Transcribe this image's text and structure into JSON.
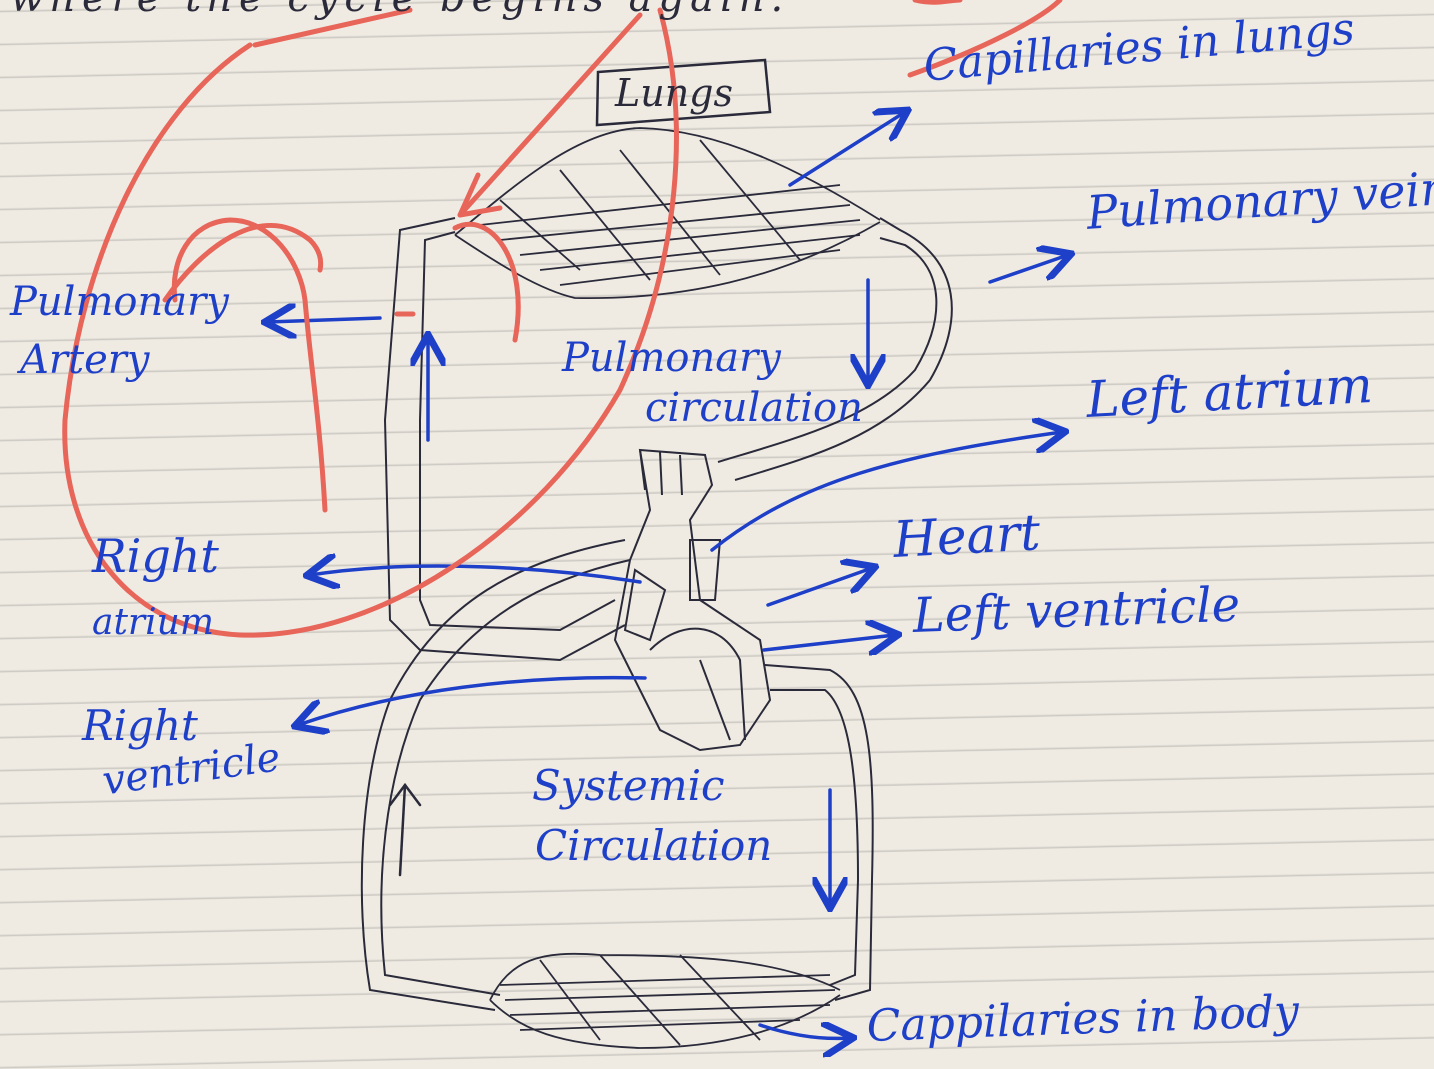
{
  "header_text": "where the cycle begins again.",
  "labels": {
    "lungs": "Lungs",
    "capillaries_lungs": "Capillaries in lungs",
    "pulmonary_vein": "Pulmonary vein",
    "pulmonary_artery_line1": "Pulmonary",
    "pulmonary_artery_line2": "Artery",
    "pulmonary_circulation_line1": "Pulmonary",
    "pulmonary_circulation_line2": "circulation",
    "left_atrium": "Left atrium",
    "heart": "Heart",
    "left_ventricle": "Left ventricle",
    "right_atrium_line1": "Right",
    "right_atrium_line2": "atrium",
    "right_ventricle_line1": "Right",
    "right_ventricle_line2": "ventricle",
    "systemic_circulation_line1": "Systemic",
    "systemic_circulation_line2": "Circulation",
    "capillaries_body": "Cappilaries in body"
  },
  "colors": {
    "ink_blue": "#1e3fc8",
    "pencil": "#2a2a3a",
    "annotation_red": "#e8655a",
    "paper": "#efebe3"
  }
}
